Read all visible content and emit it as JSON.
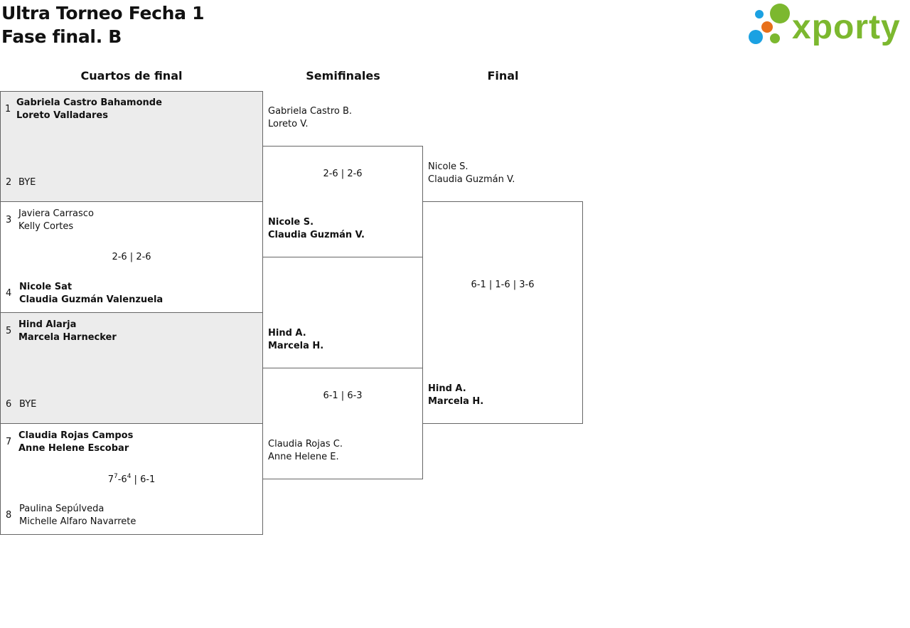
{
  "header": {
    "title_line1": "Ultra Torneo Fecha 1",
    "title_line2": "Fase final. B",
    "logo_text": "xporty",
    "logo_colors": {
      "green": "#7cb82f",
      "blue": "#1ba1e2",
      "orange": "#e8701a"
    }
  },
  "rounds": {
    "quarterfinals": "Cuartos de final",
    "semifinals": "Semifinales",
    "final": "Final"
  },
  "quarterfinals": [
    {
      "top": {
        "seed": "1",
        "p1": "Gabriela Castro Bahamonde",
        "p2": "Loreto Valladares"
      },
      "bottom": {
        "seed": "2",
        "p1": "BYE",
        "p2": ""
      },
      "score": ""
    },
    {
      "top": {
        "seed": "3",
        "p1": "Javiera Carrasco",
        "p2": "Kelly Cortes"
      },
      "bottom": {
        "seed": "4",
        "p1": "Nicole Sat",
        "p2": "Claudia Guzmán Valenzuela"
      },
      "score": "2-6 | 2-6"
    },
    {
      "top": {
        "seed": "5",
        "p1": "Hind Alarja",
        "p2": "Marcela Harnecker"
      },
      "bottom": {
        "seed": "6",
        "p1": "BYE",
        "p2": ""
      },
      "score": ""
    },
    {
      "top": {
        "seed": "7",
        "p1": "Claudia Rojas Campos",
        "p2": "Anne Helene Escobar"
      },
      "bottom": {
        "seed": "8",
        "p1": "Paulina Sepúlveda",
        "p2": "Michelle Alfaro Navarrete"
      },
      "score": {
        "s1a": "7",
        "s1a_tb": "7",
        "s1b": "6",
        "s1b_tb": "4",
        "rest": " | 6-1"
      }
    }
  ],
  "semifinals": [
    {
      "top": {
        "p1": "Gabriela Castro B.",
        "p2": "Loreto V."
      },
      "bottom": {
        "p1": "Nicole S.",
        "p2": "Claudia Guzmán V."
      },
      "score": "2-6 | 2-6"
    },
    {
      "top": {
        "p1": "Hind A.",
        "p2": "Marcela H."
      },
      "bottom": {
        "p1": "Claudia Rojas C.",
        "p2": "Anne Helene E."
      },
      "score": "6-1 | 6-3"
    }
  ],
  "final": {
    "top": {
      "p1": "Nicole S.",
      "p2": "Claudia Guzmán V."
    },
    "bottom": {
      "p1": "Hind A.",
      "p2": "Marcela H."
    },
    "score": "6-1 | 1-6 | 3-6"
  }
}
